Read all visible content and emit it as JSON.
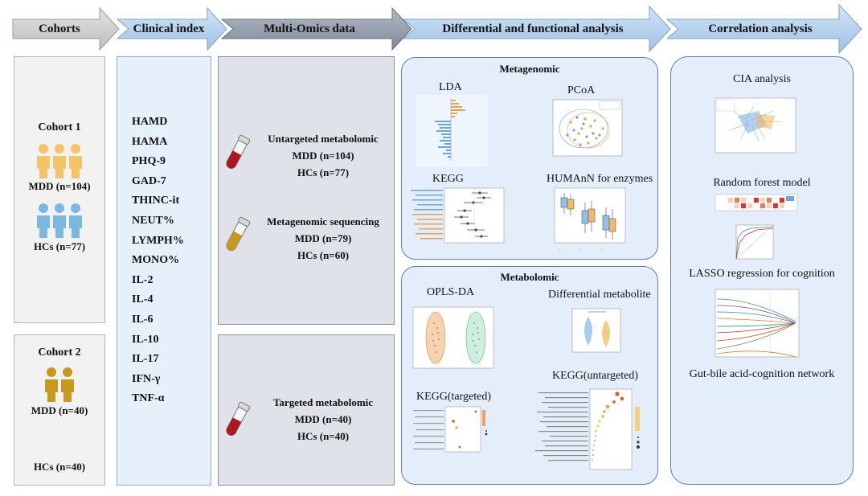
{
  "headers": {
    "cohorts": "Cohorts",
    "clinical": "Clinical index",
    "omics": "Multi-Omics data",
    "differential": "Differential and functional analysis",
    "correlation": "Correlation analysis"
  },
  "cohort1": {
    "title": "Cohort 1",
    "mdd": "MDD (n=104)",
    "hcs": "HCs (n=77)"
  },
  "cohort2": {
    "title": "Cohort 2",
    "mdd": "MDD (n=40)",
    "hcs": "HCs (n=40)"
  },
  "clinical_index": [
    "HAMD",
    "HAMA",
    "PHQ-9",
    "GAD-7",
    "THINC-it",
    "NEUT%",
    "LYMPH%",
    "MONO%",
    "IL-2",
    "IL-4",
    "IL-6",
    "IL-10",
    "IL-17",
    "IFN-γ",
    "TNF-α"
  ],
  "omics": {
    "untargeted": {
      "title": "Untargeted metabolomic",
      "mdd": "MDD (n=104)",
      "hcs": "HCs (n=77)"
    },
    "metagenomic": {
      "title": "Metagenomic sequencing",
      "mdd": "MDD (n=79)",
      "hcs": "HCs (n=60)"
    },
    "targeted": {
      "title": "Targeted metabolomic",
      "mdd": "MDD (n=40)",
      "hcs": "HCs (n=40)"
    }
  },
  "metagenomic_panel": {
    "title": "Metagenomic",
    "lda": "LDA",
    "pcoa": "PCoA",
    "kegg": "KEGG",
    "humann": "HUMAnN for enzymes"
  },
  "metabolomic_panel": {
    "title": "Metabolomic",
    "oplsda": "OPLS-DA",
    "diffmet": "Differential metabolite",
    "kegg_targeted": "KEGG(targeted)",
    "kegg_untargeted": "KEGG(untargeted)"
  },
  "correlation_panel": {
    "cia": "CIA analysis",
    "rf": "Random forest model",
    "lasso": "LASSO regression for cognition",
    "network": "Gut-bile acid-cognition network"
  },
  "colors": {
    "header_arrow_grey": "#cfcfcf",
    "header_arrow_blue": "#b9d3ef",
    "header_arrow_dark": "#8d97a8",
    "cohort_person_mdd_c1": "#f5c466",
    "cohort_person_hcs_c1": "#7ab8e0",
    "cohort_person_mdd_c2": "#c89a1c",
    "panel_blue": "#e3eefa",
    "panel_grey": "#dfe2e8",
    "tube_red": "#b01620",
    "tube_gold": "#c49a1e"
  }
}
